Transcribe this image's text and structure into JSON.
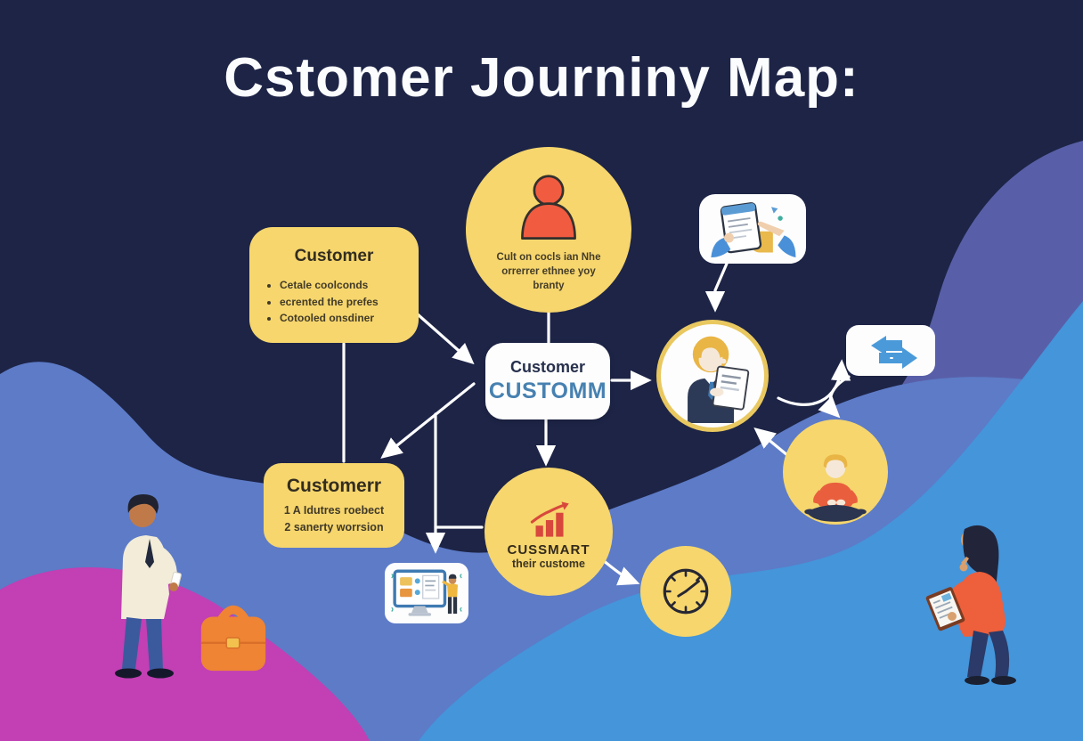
{
  "title": "Cstomer Journiny Map:",
  "colors": {
    "background": "#1d2446",
    "wave_periwinkle": "#5d7bc7",
    "wave_purple": "#585fa8",
    "wave_bright_blue": "#4495da",
    "blob_magenta": "#c23fb4",
    "node_yellow": "#f6d66d",
    "node_white": "#fdfdfd",
    "accent_blue": "#4781b1",
    "icon_orange": "#f15b40",
    "ring_gold": "#e9c860",
    "arrow_white": "#ffffff"
  },
  "nodes": {
    "customer_box": {
      "heading": "Customer",
      "bullets": [
        "Cetale coolconds",
        "ecrented the prefes",
        "Cotooled onsdiner"
      ]
    },
    "persona_circle": {
      "caption_lines": [
        "Cult on cocls ian Nhe",
        "orrerrer ethnee yoy",
        "branty"
      ]
    },
    "center_box": {
      "title": "Customer",
      "subtitle": "CUSTOMM"
    },
    "customerr_box": {
      "heading": "Customerr",
      "items": [
        "1 A Idutres roebect",
        "2 sanerty worrsion"
      ]
    },
    "growth_circle": {
      "title": "CUSSMART",
      "subtitle": "their custome"
    }
  },
  "icons": {
    "persona": "person-icon",
    "growth": "bar-chart-icon",
    "clock": "clock-icon",
    "swap": "swap-arrows-icon",
    "tablet": "hands-holding-tablet-icon",
    "monitor": "monitor-presentation-icon",
    "businessman": "businessman-with-document-icon",
    "sitting": "sitting-person-icon",
    "briefcase": "briefcase-icon",
    "man": "standing-man-figure",
    "woman": "woman-with-clipboard-figure"
  }
}
